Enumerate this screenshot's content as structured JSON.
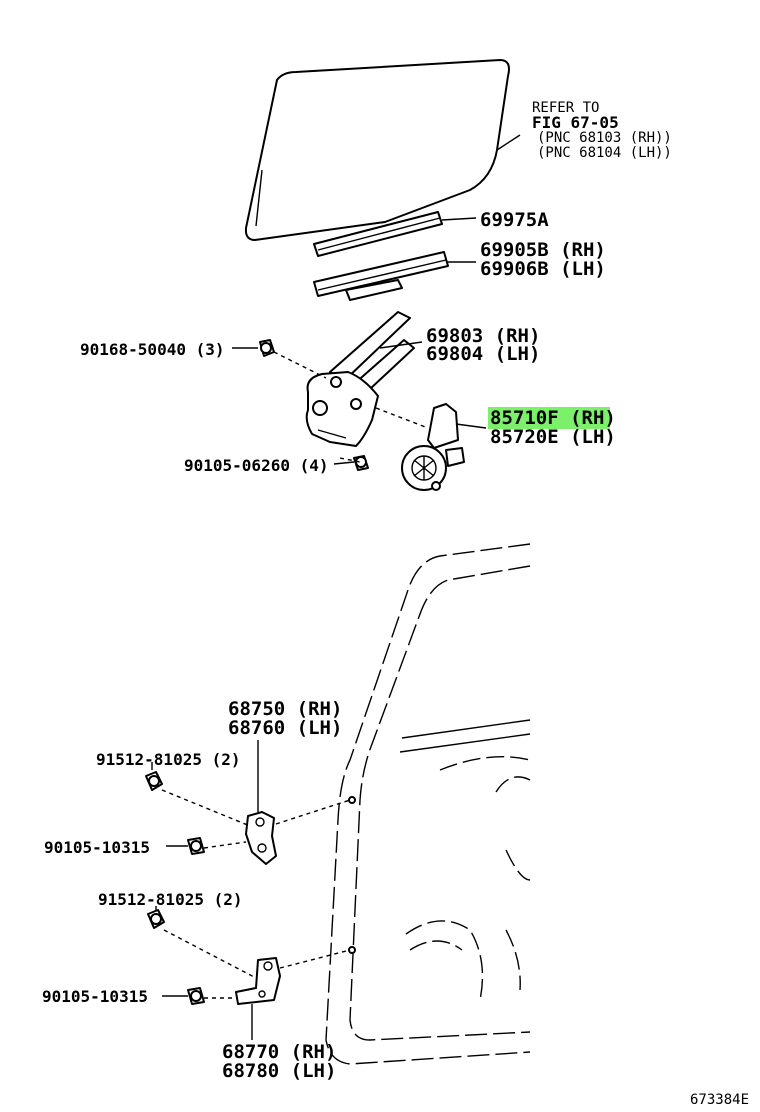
{
  "refer": {
    "line1": "REFER TO",
    "line2": "FIG 67-05",
    "line3": "(PNC 68103 (RH))",
    "line4": "(PNC 68104 (LH))"
  },
  "labels": {
    "p69975": "69975A",
    "p69905": "69905B (RH)",
    "p69906": "69906B (LH)",
    "p69803": "69803 (RH)",
    "p69804": "69804 (LH)",
    "p90168": "90168-50040 (3)",
    "p85710": "85710F (RH)",
    "p85720": "85720E (LH)",
    "p90105a": "90105-06260 (4)",
    "p68750": "68750 (RH)",
    "p68760": "68760 (LH)",
    "p91512a": "91512-81025 (2)",
    "p90105b": "90105-10315",
    "p91512b": "91512-81025 (2)",
    "p90105c": "90105-10315",
    "p68770": "68770 (RH)",
    "p68780": "68780 (LH)",
    "figure_id": "673384E"
  },
  "colors": {
    "highlight": "#7cf06a",
    "ink": "#000000"
  }
}
